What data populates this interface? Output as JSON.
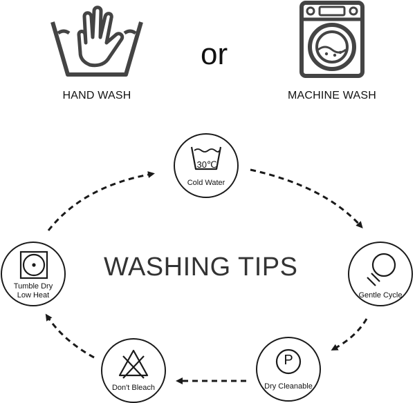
{
  "top": {
    "hand_wash_label": "HAND WASH",
    "or_label": "or",
    "machine_wash_label": "MACHINE WASH"
  },
  "center": {
    "title": "WASHING TIPS"
  },
  "tips": {
    "cold_water": {
      "label": "Cold Water",
      "symbol_text": "30℃",
      "icon": "wash-tub-icon"
    },
    "gentle_cycle": {
      "label": "Gentle Cycle",
      "icon": "gentle-cycle-icon"
    },
    "dry_cleanable": {
      "label": "Dry Cleanable",
      "symbol_text": "P",
      "icon": "dry-clean-icon"
    },
    "dont_bleach": {
      "label": "Don't Bleach",
      "icon": "no-bleach-icon"
    },
    "tumble_dry": {
      "label_line1": "Tumble Dry",
      "label_line2": "Low Heat",
      "icon": "tumble-dry-icon"
    }
  },
  "colors": {
    "line": "#1a1a1a",
    "icon_fill": "#3a3a3a",
    "background": "#ffffff"
  }
}
